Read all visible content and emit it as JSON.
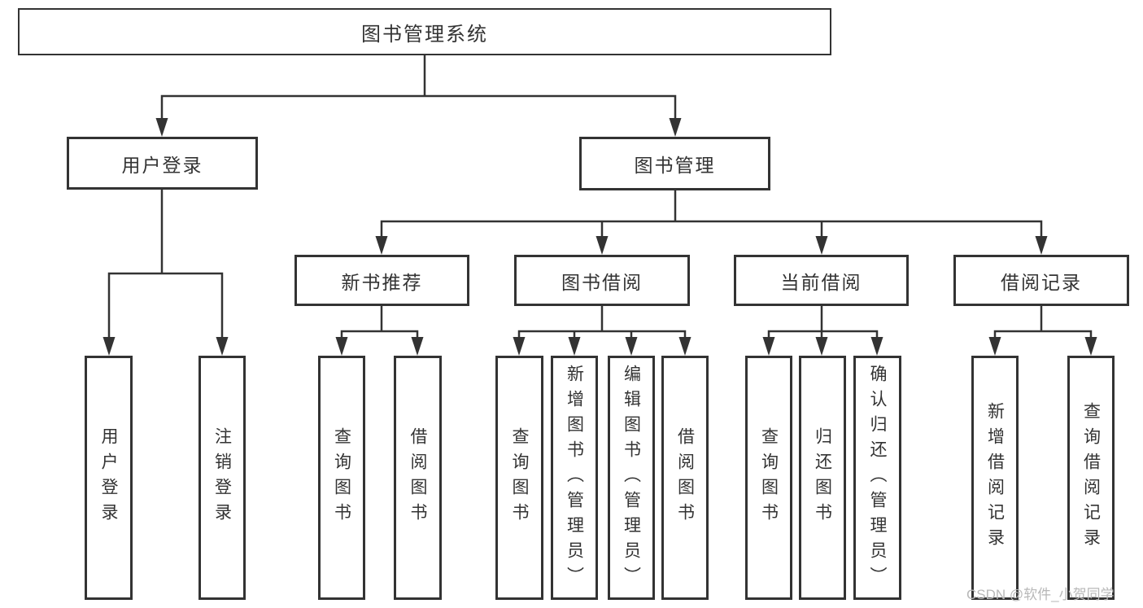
{
  "tree": {
    "root": {
      "label": "图书管理系统"
    },
    "children": [
      {
        "label": "用户登录",
        "children": [
          {
            "label": "用户登录"
          },
          {
            "label": "注销登录"
          }
        ]
      },
      {
        "label": "图书管理",
        "children": [
          {
            "label": "新书推荐",
            "children": [
              {
                "label": "查询图书"
              },
              {
                "label": "借阅图书"
              }
            ]
          },
          {
            "label": "图书借阅",
            "children": [
              {
                "label": "查询图书"
              },
              {
                "label": "新增图书（管理员）"
              },
              {
                "label": "编辑图书（管理员）"
              },
              {
                "label": "借阅图书"
              }
            ]
          },
          {
            "label": "当前借阅",
            "children": [
              {
                "label": "查询图书"
              },
              {
                "label": "归还图书"
              },
              {
                "label": "确认归还（管理员）"
              }
            ]
          },
          {
            "label": "借阅记录",
            "children": [
              {
                "label": "新增借阅记录"
              },
              {
                "label": "查询借阅记录"
              }
            ]
          }
        ]
      }
    ]
  },
  "watermark": {
    "text": "CSDN @软件_小贺同学"
  },
  "colors": {
    "line": "#333333",
    "text": "#333333",
    "box_background": "#ffffff",
    "watermark": "#b8b8b8"
  }
}
